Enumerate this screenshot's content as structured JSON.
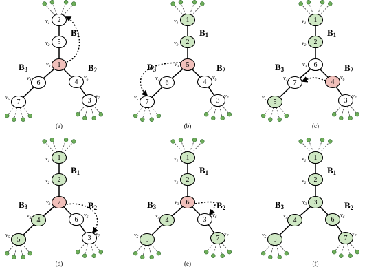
{
  "colors": {
    "white": "#ffffff",
    "green": "#cfe8c4",
    "red": "#f1c0bb",
    "leaf": "#6fae5a"
  },
  "vertex_labels": {
    "v1": {
      "base": "v",
      "sub": "1"
    },
    "v2": {
      "base": "v",
      "sub": "2"
    },
    "v3": {
      "base": "v",
      "sub": "3"
    },
    "v4": {
      "base": "v",
      "sub": "4"
    },
    "v5": {
      "base": "v",
      "sub": "5"
    },
    "v6": {
      "base": "v",
      "sub": "6"
    },
    "v7": {
      "base": "v",
      "sub": "7"
    }
  },
  "branch_labels": {
    "B1": {
      "base": "B",
      "sub": "1"
    },
    "B2": {
      "base": "B",
      "sub": "2"
    },
    "B3": {
      "base": "B",
      "sub": "3"
    }
  },
  "panels": [
    {
      "caption": "(a)",
      "nodes": {
        "v1": {
          "value": "2",
          "state": "white"
        },
        "v2": {
          "value": "5",
          "state": "white"
        },
        "v3": {
          "value": "1",
          "state": "red"
        },
        "v4": {
          "value": "6",
          "state": "white"
        },
        "v5": {
          "value": "7",
          "state": "white"
        },
        "v6": {
          "value": "4",
          "state": "white"
        },
        "v7": {
          "value": "3",
          "state": "white"
        }
      },
      "swap": {
        "from": "v3",
        "to": "v1"
      }
    },
    {
      "caption": "(b)",
      "nodes": {
        "v1": {
          "value": "1",
          "state": "green"
        },
        "v2": {
          "value": "2",
          "state": "green"
        },
        "v3": {
          "value": "5",
          "state": "red"
        },
        "v4": {
          "value": "6",
          "state": "white"
        },
        "v5": {
          "value": "7",
          "state": "white"
        },
        "v6": {
          "value": "4",
          "state": "white"
        },
        "v7": {
          "value": "3",
          "state": "white"
        }
      },
      "swap": {
        "from": "v3",
        "to": "v5"
      }
    },
    {
      "caption": "(c)",
      "nodes": {
        "v1": {
          "value": "1",
          "state": "green"
        },
        "v2": {
          "value": "2",
          "state": "green"
        },
        "v3": {
          "value": "6",
          "state": "white"
        },
        "v4": {
          "value": "7",
          "state": "white"
        },
        "v5": {
          "value": "5",
          "state": "green"
        },
        "v6": {
          "value": "4",
          "state": "red"
        },
        "v7": {
          "value": "3",
          "state": "white"
        }
      },
      "swap": {
        "from": "v6",
        "to": "v4"
      }
    },
    {
      "caption": "(d)",
      "nodes": {
        "v1": {
          "value": "1",
          "state": "green"
        },
        "v2": {
          "value": "2",
          "state": "green"
        },
        "v3": {
          "value": "7",
          "state": "red"
        },
        "v4": {
          "value": "4",
          "state": "green"
        },
        "v5": {
          "value": "5",
          "state": "green"
        },
        "v6": {
          "value": "6",
          "state": "white"
        },
        "v7": {
          "value": "3",
          "state": "white"
        }
      },
      "swap": {
        "from": "v3",
        "to": "v7"
      }
    },
    {
      "caption": "(e)",
      "nodes": {
        "v1": {
          "value": "1",
          "state": "green"
        },
        "v2": {
          "value": "2",
          "state": "green"
        },
        "v3": {
          "value": "6",
          "state": "red"
        },
        "v4": {
          "value": "4",
          "state": "green"
        },
        "v5": {
          "value": "5",
          "state": "green"
        },
        "v6": {
          "value": "3",
          "state": "white"
        },
        "v7": {
          "value": "7",
          "state": "green"
        }
      },
      "swap": {
        "from": "v3",
        "to": "v6"
      }
    },
    {
      "caption": "(f)",
      "nodes": {
        "v1": {
          "value": "1",
          "state": "green"
        },
        "v2": {
          "value": "2",
          "state": "green"
        },
        "v3": {
          "value": "3",
          "state": "green"
        },
        "v4": {
          "value": "4",
          "state": "green"
        },
        "v5": {
          "value": "5",
          "state": "green"
        },
        "v6": {
          "value": "6",
          "state": "green"
        },
        "v7": {
          "value": "7",
          "state": "green"
        }
      },
      "swap": null
    }
  ]
}
